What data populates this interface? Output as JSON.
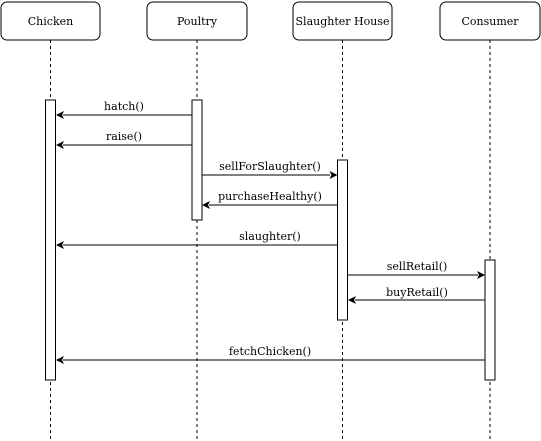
{
  "participants": [
    {
      "id": "chicken",
      "label": "Chicken"
    },
    {
      "id": "poultry",
      "label": "Poultry"
    },
    {
      "id": "slaughter_house",
      "label": "Slaughter House"
    },
    {
      "id": "consumer",
      "label": "Consumer"
    }
  ],
  "messages": [
    {
      "from": "poultry",
      "to": "chicken",
      "label": "hatch()"
    },
    {
      "from": "poultry",
      "to": "chicken",
      "label": "raise()"
    },
    {
      "from": "poultry",
      "to": "slaughter_house",
      "label": "sellForSlaughter()"
    },
    {
      "from": "slaughter_house",
      "to": "poultry",
      "label": "purchaseHealthy()"
    },
    {
      "from": "slaughter_house",
      "to": "chicken",
      "label": "slaughter()"
    },
    {
      "from": "slaughter_house",
      "to": "consumer",
      "label": "sellRetail()"
    },
    {
      "from": "consumer",
      "to": "slaughter_house",
      "label": "buyRetail()"
    },
    {
      "from": "consumer",
      "to": "chicken",
      "label": "fetchChicken()"
    }
  ]
}
